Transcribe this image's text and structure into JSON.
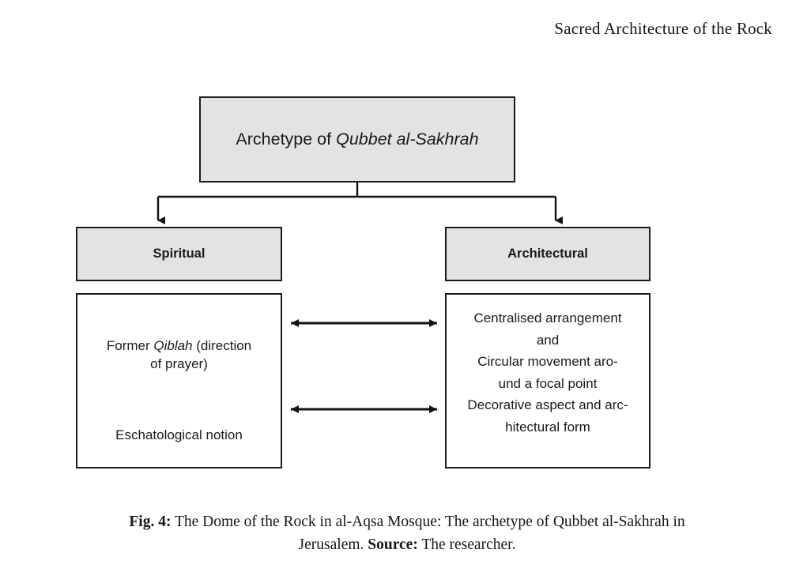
{
  "header": {
    "running_title": "Sacred Architecture of the Rock"
  },
  "diagram": {
    "root": {
      "label_prefix": "Archetype of ",
      "label_italic": "Qubbet al-Sakhrah"
    },
    "branches": [
      {
        "heading": "Spiritual",
        "details": [
          {
            "prefix": "Former ",
            "italic": "Qiblah",
            "suffix": " (direction\nof prayer)"
          },
          {
            "prefix": "Eschatological notion",
            "italic": "",
            "suffix": ""
          }
        ]
      },
      {
        "heading": "Architectural",
        "details": [
          {
            "prefix": "Centralised arrangement",
            "italic": "",
            "suffix": ""
          },
          {
            "prefix": "and",
            "italic": "",
            "suffix": ""
          },
          {
            "prefix": "Circular movement aro-",
            "italic": "",
            "suffix": ""
          },
          {
            "prefix": "und a focal point",
            "italic": "",
            "suffix": ""
          },
          {
            "prefix": "Decorative aspect and arc-",
            "italic": "",
            "suffix": ""
          },
          {
            "prefix": "hitectural form",
            "italic": "",
            "suffix": ""
          }
        ]
      }
    ],
    "connectors": {
      "split_arrows": 2,
      "bidirectional_arrows": 2
    },
    "colors": {
      "shaded_fill": "#e3e3e3",
      "plain_fill": "#ffffff",
      "stroke": "#1c1c1c",
      "text": "#1a1a1a"
    }
  },
  "caption": {
    "figure_label": "Fig. 4:",
    "text_part_1": " The Dome of the Rock in al-Aqsa Mosque: The archetype of  Qubbet al-Sakhrah in Jerusalem. ",
    "source_label": "Source:",
    "text_part_2": " The researcher."
  }
}
